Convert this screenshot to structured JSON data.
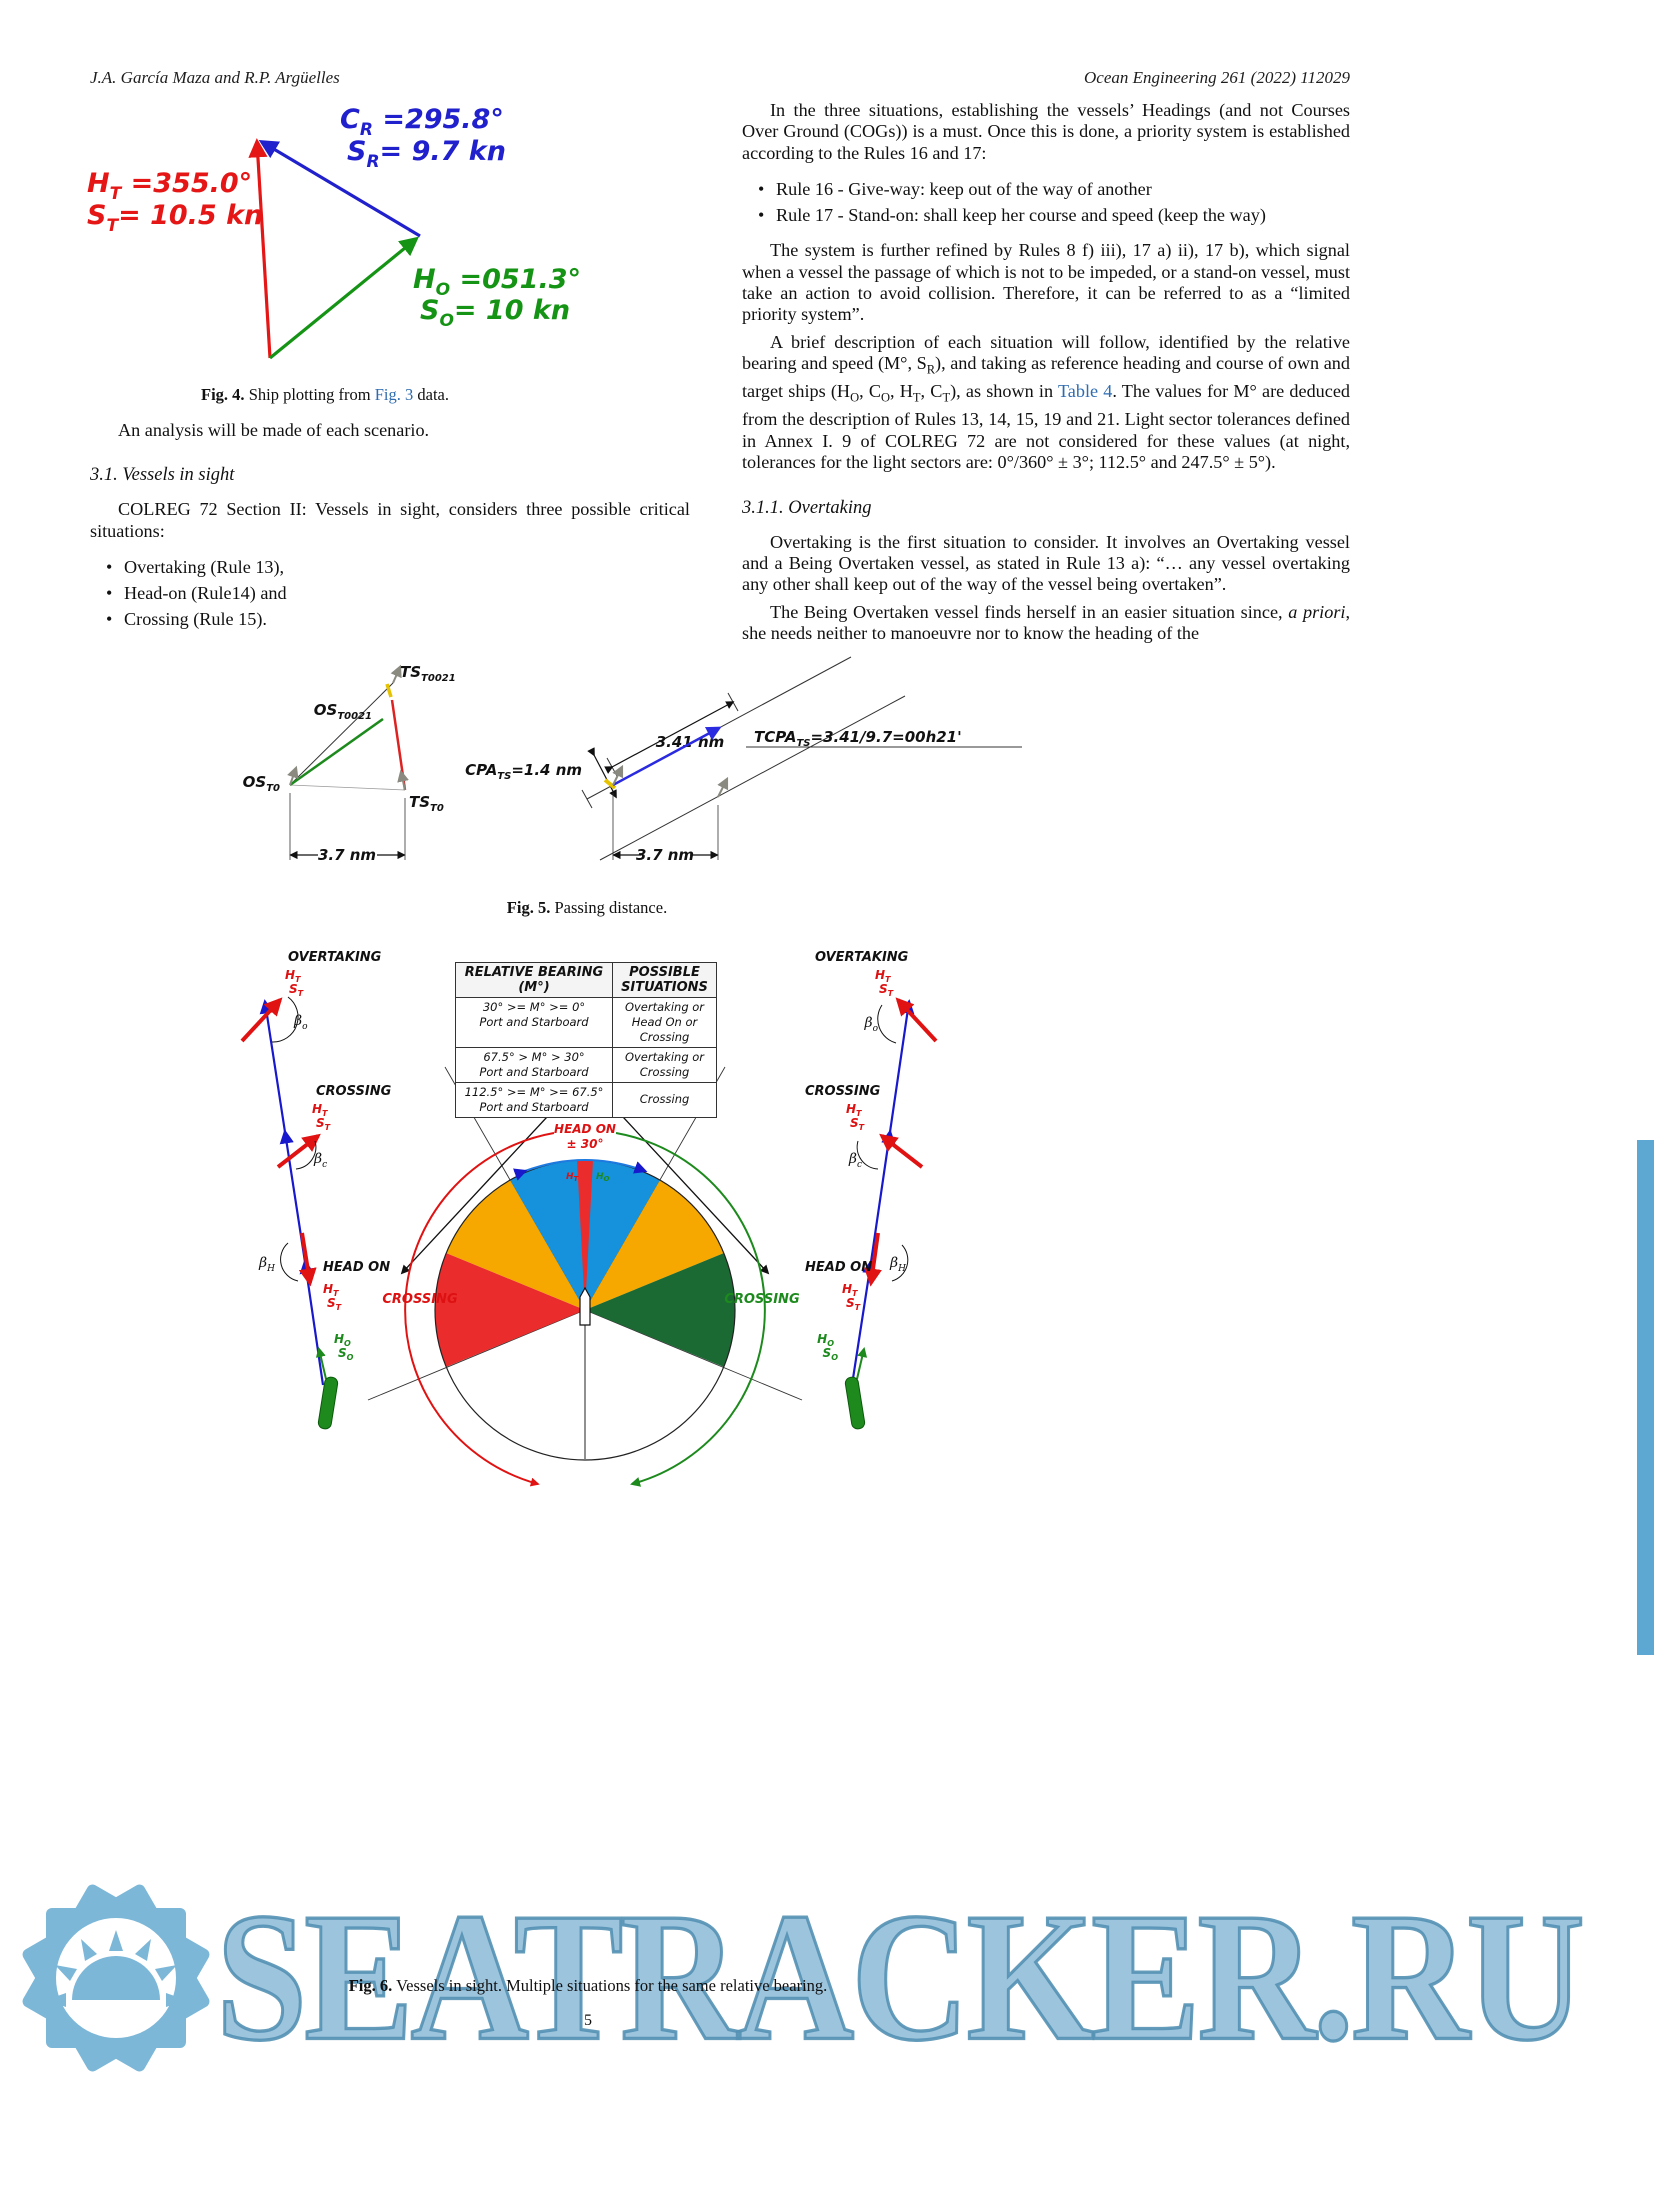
{
  "header": {
    "authors": "J.A. García Maza and R.P. Argüelles",
    "journal": "Ocean Engineering 261 (2022) 112029"
  },
  "fig4": {
    "cr_pre": "C",
    "cr_sub": "R",
    "cr_post": " =295.8°",
    "sr_pre": "S",
    "sr_sub": "R",
    "sr_post": "= 9.7 kn",
    "ht_pre": "H",
    "ht_sub": "T",
    "ht_post": " =355.0°",
    "st_pre": "S",
    "st_sub": "T",
    "st_post": "= 10.5 kn",
    "ho_pre": "H",
    "ho_sub": "O",
    "ho_post": " =051.3°",
    "so_pre": "S",
    "so_sub": "O",
    "so_post": "= 10 kn",
    "caption_bold": "Fig. 4.",
    "caption_pre": " Ship plotting from ",
    "caption_link": "Fig. 3",
    "caption_post": " data."
  },
  "left_col": {
    "para1": "An analysis will be made of each scenario.",
    "sec_31": "3.1. Vessels in sight",
    "para2": "COLREG 72 Section II: Vessels in sight, considers three possible critical situations:",
    "bullets": [
      "Overtaking (Rule 13),",
      "Head-on (Rule14) and",
      "Crossing (Rule 15)."
    ]
  },
  "right_col": {
    "para1": "In the three situations, establishing the vessels’ Headings (and not Courses Over Ground (COGs)) is a must. Once this is done, a priority system is established according to the Rules 16 and 17:",
    "bullets": [
      "Rule 16 - Give-way: keep out of the way of another",
      "Rule 17 - Stand-on: shall keep her course and speed (keep the way)"
    ],
    "para2": "The system is further refined by Rules 8 f) iii), 17 a) ii), 17 b), which signal when a vessel the passage of which is not to be impeded, or a stand-on vessel, must take an action to avoid collision. Therefore, it can be referred to as a “limited priority system”.",
    "para3_s1": "A brief description of each situation will follow, identified by the relative bearing and speed (M°, S",
    "para3_sub1": "R",
    "para3_s2": "), and taking as reference heading and course of own and target ships (H",
    "para3_sub2": "O",
    "para3_s3": ", C",
    "para3_sub3": "O",
    "para3_s4": ", H",
    "para3_sub4": "T",
    "para3_s5": ", C",
    "para3_sub5": "T",
    "para3_s6": "), as shown in ",
    "para3_link": "Table 4",
    "para3_s7": ". The values for M° are deduced from the description of Rules 13, 14, 15, 19 and 21. Light sector tolerances defined in Annex I. 9 of COLREG 72 are not considered for these values (at night, tolerances for the light sectors are: 0°/360° ± 3°; 112.5° and 247.5° ± 5°).",
    "sec_311": "3.1.1. Overtaking",
    "para4": "Overtaking is the first situation to consider. It involves an Overtaking vessel and a Being Overtaken vessel, as stated in Rule 13 a): “… any vessel overtaking any other shall keep out of the way of the vessel being overtaken”.",
    "para5_s1": "The Being Overtaken vessel finds herself in an easier situation since, ",
    "para5_em": "a priori",
    "para5_s2": ", she needs neither to manoeuvre nor to know the heading of the"
  },
  "fig5": {
    "ts_t0021_pre": "TS",
    "ts_t0021_sub": "T0021",
    "os_t0021_pre": "OS",
    "os_t0021_sub": "T0021",
    "os_t0_pre": "OS",
    "os_t0_sub": "T0",
    "ts_t0_pre": "TS",
    "ts_t0_sub": "T0",
    "d37_left": "3.7 nm",
    "d37_right": "3.7 nm",
    "d341": "3.41 nm",
    "cpa_pre": "CPA",
    "cpa_sub": "TS",
    "cpa_post": "=1.4 nm",
    "tcpa_pre": "TCPA",
    "tcpa_sub": "TS",
    "tcpa_post": "=3.41/9.7=00h21'",
    "caption_bold": "Fig. 5.",
    "caption_text": " Passing distance."
  },
  "fig6": {
    "vessel": {
      "overtaking": "OVERTAKING",
      "crossing": "CROSSING",
      "headon": "HEAD ON",
      "h": "H",
      "s": "S",
      "t_sub": "T",
      "o_sub": "O",
      "beta": "β",
      "beta_o": "o",
      "beta_c": "c",
      "beta_h": "H"
    },
    "circle": {
      "overtaking": "OVERTAKING",
      "headon": "HEAD ON",
      "tol": "± 30°",
      "crossing_left": "CROSSING",
      "crossing_right": "CROSSING",
      "ht_pre": "H",
      "ht_sub": "T",
      "ho_pre": "H",
      "ho_sub": "O"
    },
    "table": {
      "col1_l1": "RELATIVE BEARING",
      "col1_l2": "(M°)",
      "col2": "POSSIBLE SITUATIONS",
      "rows": [
        {
          "range": "30° >= M° >= 0°",
          "ps": "Port and Starboard",
          "situation": "Overtaking or Head On or Crossing"
        },
        {
          "range": "67.5° > M° > 30°",
          "ps": "Port and Starboard",
          "situation": "Overtaking or Crossing"
        },
        {
          "range": "112.5° >= M° >= 67.5°",
          "ps": "Port and Starboard",
          "situation": "Crossing"
        }
      ]
    },
    "caption_bold": "Fig. 6.",
    "caption_text": " Vessels in sight. Multiple situations for the same relative bearing."
  },
  "watermark": {
    "text": "SEATRACKER.RU"
  },
  "page": {
    "number": "5"
  }
}
